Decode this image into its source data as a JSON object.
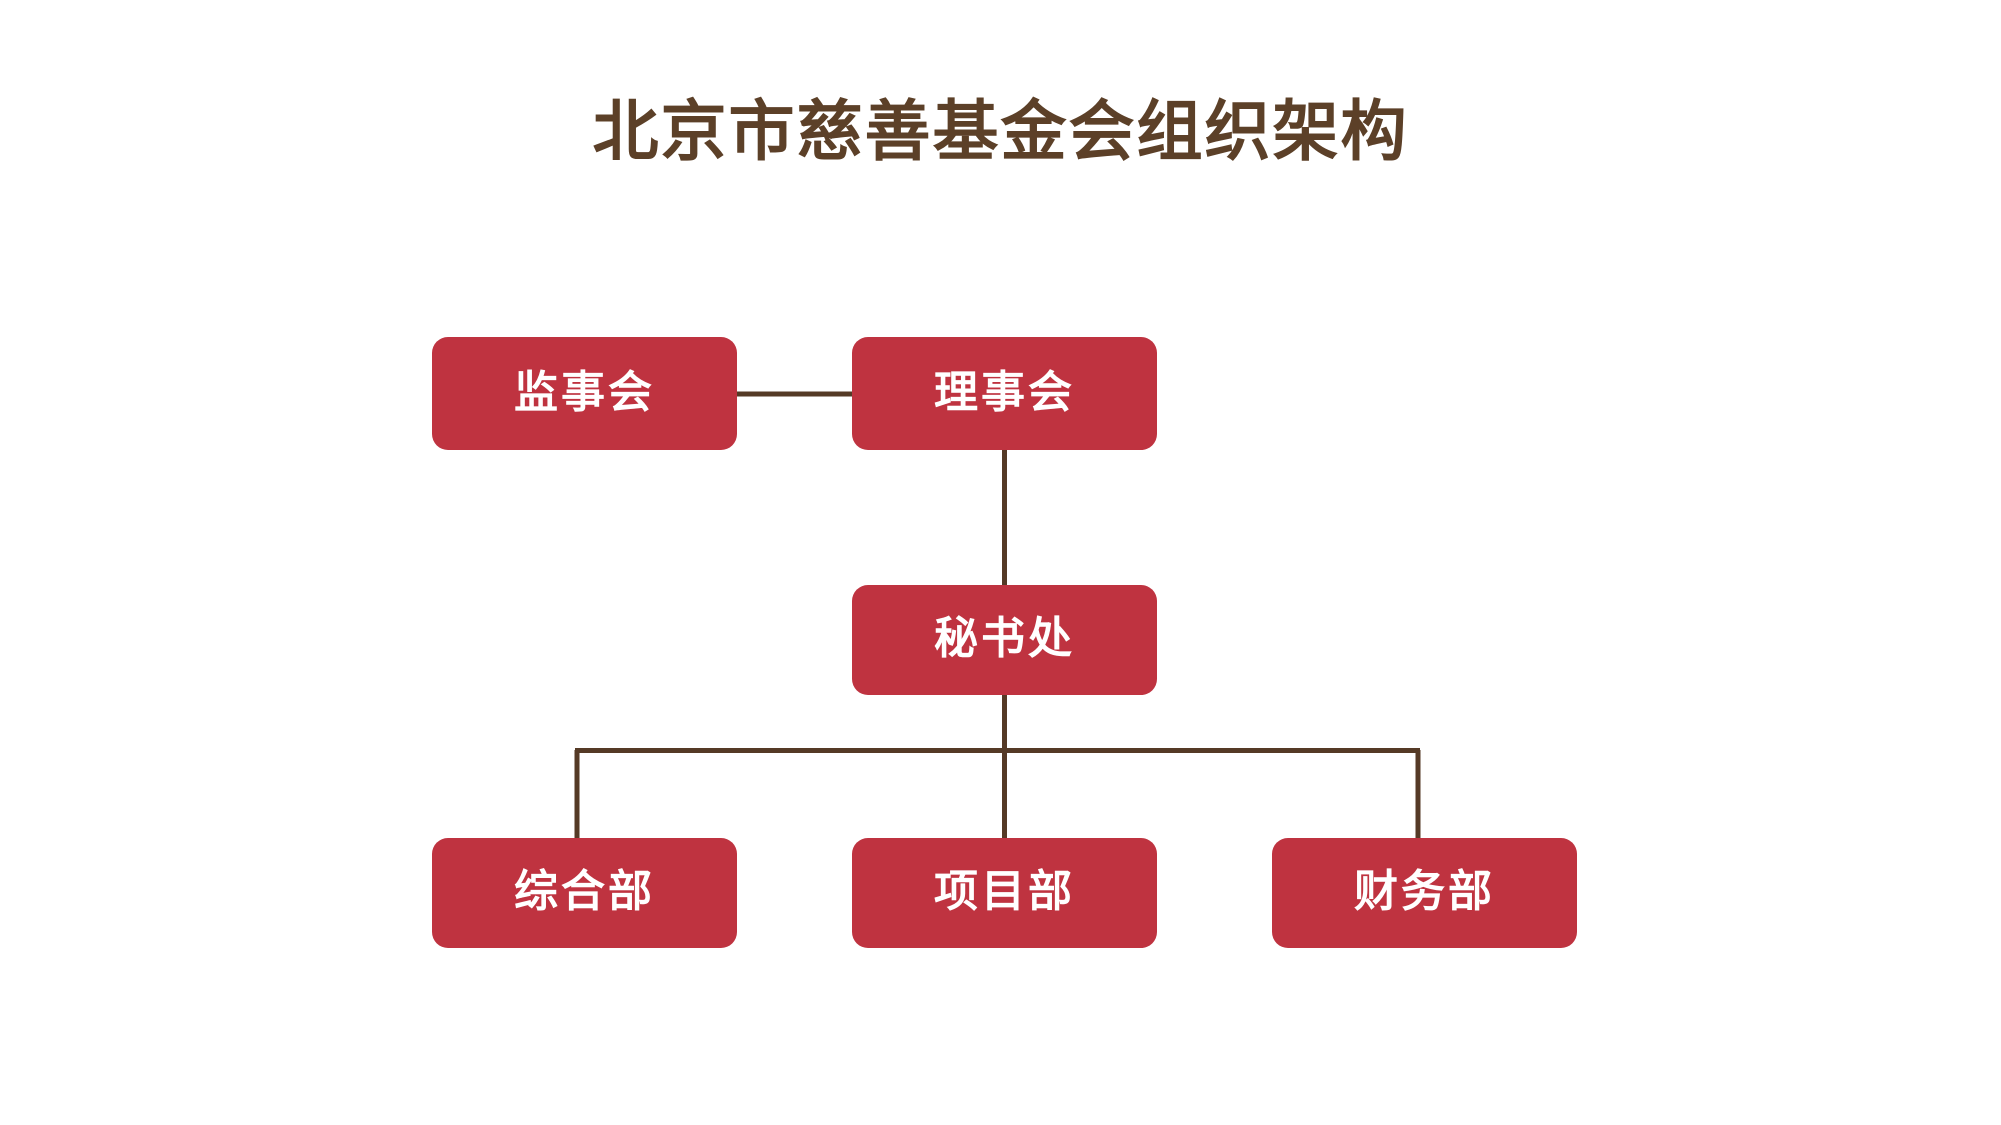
{
  "page": {
    "title": "北京市慈善基金会组织架构",
    "background_color": "#FFFFFF"
  },
  "theme": {
    "node_fill": "#BF3340",
    "node_text_color": "#FFFFFF",
    "connector_color": "#553A26",
    "title_color": "#5C4028"
  },
  "org_chart": {
    "nodes": [
      {
        "id": "supervisors",
        "label": "监事会",
        "level": 1
      },
      {
        "id": "directors",
        "label": "理事会",
        "level": 1
      },
      {
        "id": "secretariat",
        "label": "秘书处",
        "level": 2
      },
      {
        "id": "general",
        "label": "综合部",
        "level": 3
      },
      {
        "id": "project",
        "label": "项目部",
        "level": 3
      },
      {
        "id": "finance",
        "label": "财务部",
        "level": 3
      }
    ],
    "edges": [
      {
        "from": "supervisors",
        "to": "directors",
        "style": "horizontal"
      },
      {
        "from": "directors",
        "to": "secretariat",
        "style": "vertical"
      },
      {
        "from": "secretariat",
        "to": "general",
        "style": "elbow"
      },
      {
        "from": "secretariat",
        "to": "project",
        "style": "vertical"
      },
      {
        "from": "secretariat",
        "to": "finance",
        "style": "elbow"
      }
    ]
  }
}
